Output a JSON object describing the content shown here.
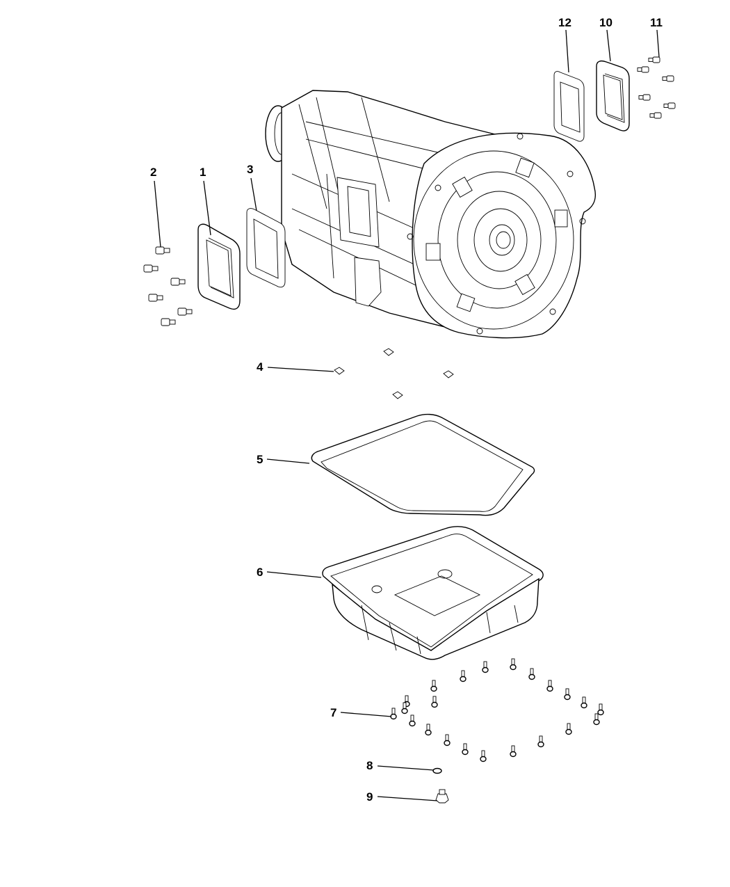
{
  "diagram": {
    "type": "exploded-parts-diagram",
    "subject": "automatic transmission with oil pan and covers",
    "callouts": [
      {
        "number": "1",
        "part": "cover plate"
      },
      {
        "number": "2",
        "part": "cover bolts"
      },
      {
        "number": "3",
        "part": "cover gasket"
      },
      {
        "number": "4",
        "part": "magnets"
      },
      {
        "number": "5",
        "part": "oil pan gasket"
      },
      {
        "number": "6",
        "part": "oil pan"
      },
      {
        "number": "7",
        "part": "oil pan bolts"
      },
      {
        "number": "8",
        "part": "drain plug washer"
      },
      {
        "number": "9",
        "part": "drain plug"
      },
      {
        "number": "10",
        "part": "cover plate"
      },
      {
        "number": "11",
        "part": "cover bolts"
      },
      {
        "number": "12",
        "part": "cover gasket"
      }
    ]
  }
}
